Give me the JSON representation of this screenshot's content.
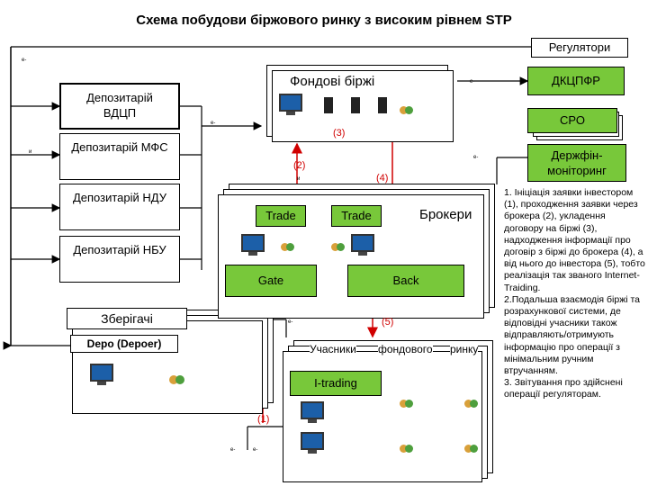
{
  "title": "Схема побудови біржового ринку з високим рівнем STP",
  "depositories": [
    "Депозитарій ВДЦП",
    "Депозитарій МФС",
    "Депозитарій НДУ",
    "Депозитарій НБУ"
  ],
  "custodians": {
    "title": "Зберігачі",
    "depo": "Depo (Depoer)"
  },
  "exchanges": {
    "title": "Фондові біржі"
  },
  "brokers": {
    "title": "Брокери",
    "trade1": "Trade",
    "trade2": "Trade",
    "gate": "Gate",
    "back": "Back"
  },
  "participants": {
    "title_words": [
      "Учасники",
      "фондового",
      "ринку"
    ],
    "itrading": "I-trading"
  },
  "regulators": {
    "title": "Регулятори",
    "items": [
      "ДКЦПФР",
      "СРО",
      "Держфін-моніторинг"
    ]
  },
  "flow_labels": [
    "(1)",
    "(2)",
    "(3)",
    "(4)",
    "(5)"
  ],
  "tiny_marks": [
    "e-",
    "e-",
    "e-",
    "e-",
    "e-",
    "e-",
    "e-",
    "и",
    "и"
  ],
  "notes": [
    "1. Ініціація заявки інвестором (1), проходження заявки через брокера (2), укладення договору на біржі (3), надходження інформації про договір з біржі до брокера (4), а від нього до інвестора (5), тобто реалізація так званого Internet-Traiding.",
    "2.Подальша взаємодія біржі та розрахункової системи, де відповідні учасники також відправляють/отримують інформацію про операції з мінімальним ручним втручанням.",
    "3. Звітування про здійснені операції регуляторам."
  ],
  "colors": {
    "green": "#78c83a",
    "flow_red": "#d00000",
    "line": "#000000"
  }
}
